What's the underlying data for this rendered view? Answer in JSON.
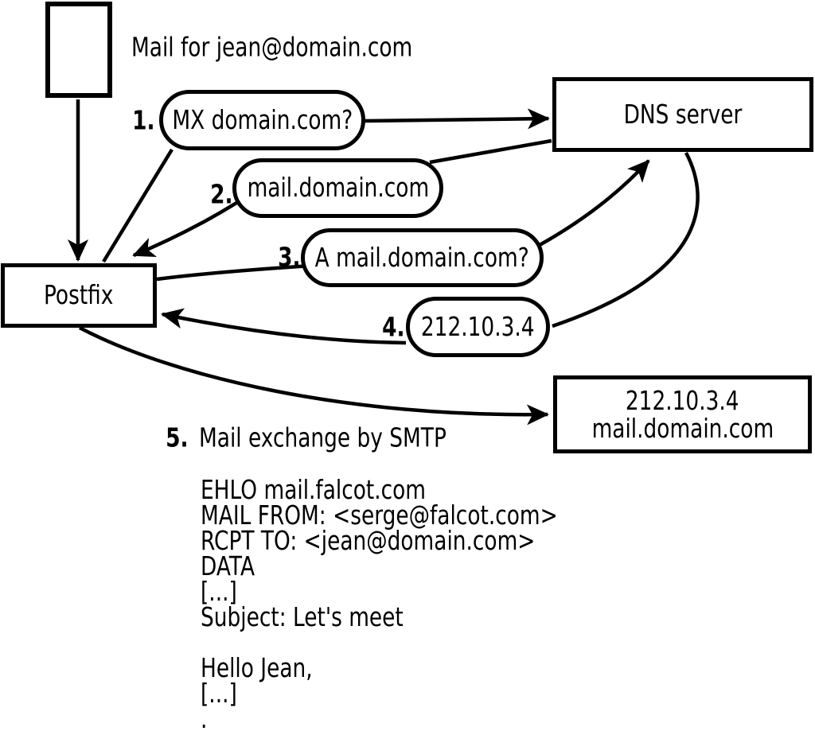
{
  "colors": {
    "ink": "#000000",
    "background": "#ffffff"
  },
  "title": "Mail for jean@domain.com",
  "nodes": {
    "postfix": "Postfix",
    "dns_server": "DNS server",
    "mail_server_line1": "212.10.3.4",
    "mail_server_line2": "mail.domain.com"
  },
  "steps": [
    {
      "num": "1.",
      "label": "MX domain.com?"
    },
    {
      "num": "2.",
      "label": "mail.domain.com"
    },
    {
      "num": "3.",
      "label": "A mail.domain.com?"
    },
    {
      "num": "4.",
      "label": "212.10.3.4"
    },
    {
      "num": "5.",
      "label": "Mail exchange by SMTP"
    }
  ],
  "smtp": {
    "lines": [
      "EHLO mail.falcot.com",
      "MAIL FROM: <serge@falcot.com>",
      "RCPT TO: <jean@domain.com>",
      "DATA",
      "[...]",
      "Subject: Let's meet",
      "",
      "Hello Jean,",
      "[...]",
      "."
    ]
  }
}
